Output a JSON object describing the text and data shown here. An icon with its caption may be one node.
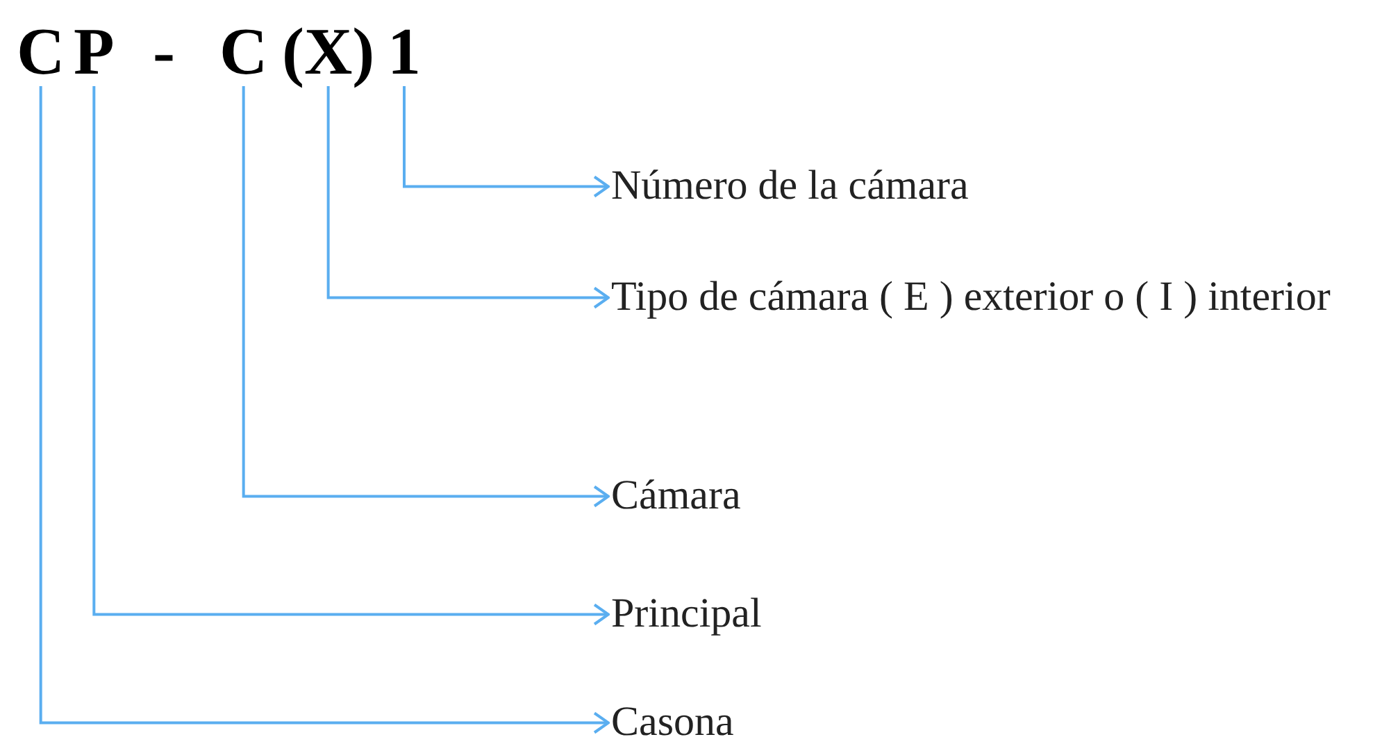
{
  "diagram": {
    "nodes": [
      {
        "text": [
          "C"
        ]
      },
      {
        "text": [
          "P"
        ]
      },
      {
        "text": [
          "C"
        ]
      },
      {
        "text": [
          "(X)"
        ]
      },
      {
        "text": [
          "1"
        ]
      },
      {
        "text": [
          "Número de la cámara"
        ]
      },
      {
        "text": [
          "Tipo de cámara ( E ) exterior o ( I ) interior"
        ]
      },
      {
        "text": [
          "Cámara"
        ]
      },
      {
        "text": [
          "Principal"
        ]
      },
      {
        "text": [
          "Casona"
        ]
      }
    ],
    "edges": [
      {
        "from": 4,
        "to": 5,
        "arrow": "to"
      },
      {
        "from": 3,
        "to": 6,
        "arrow": "to"
      },
      {
        "from": 2,
        "to": 7,
        "arrow": "to"
      },
      {
        "from": 1,
        "to": 8,
        "arrow": "to"
      },
      {
        "from": 0,
        "to": 9,
        "arrow": "to"
      }
    ],
    "labels": [
      "-"
    ]
  }
}
